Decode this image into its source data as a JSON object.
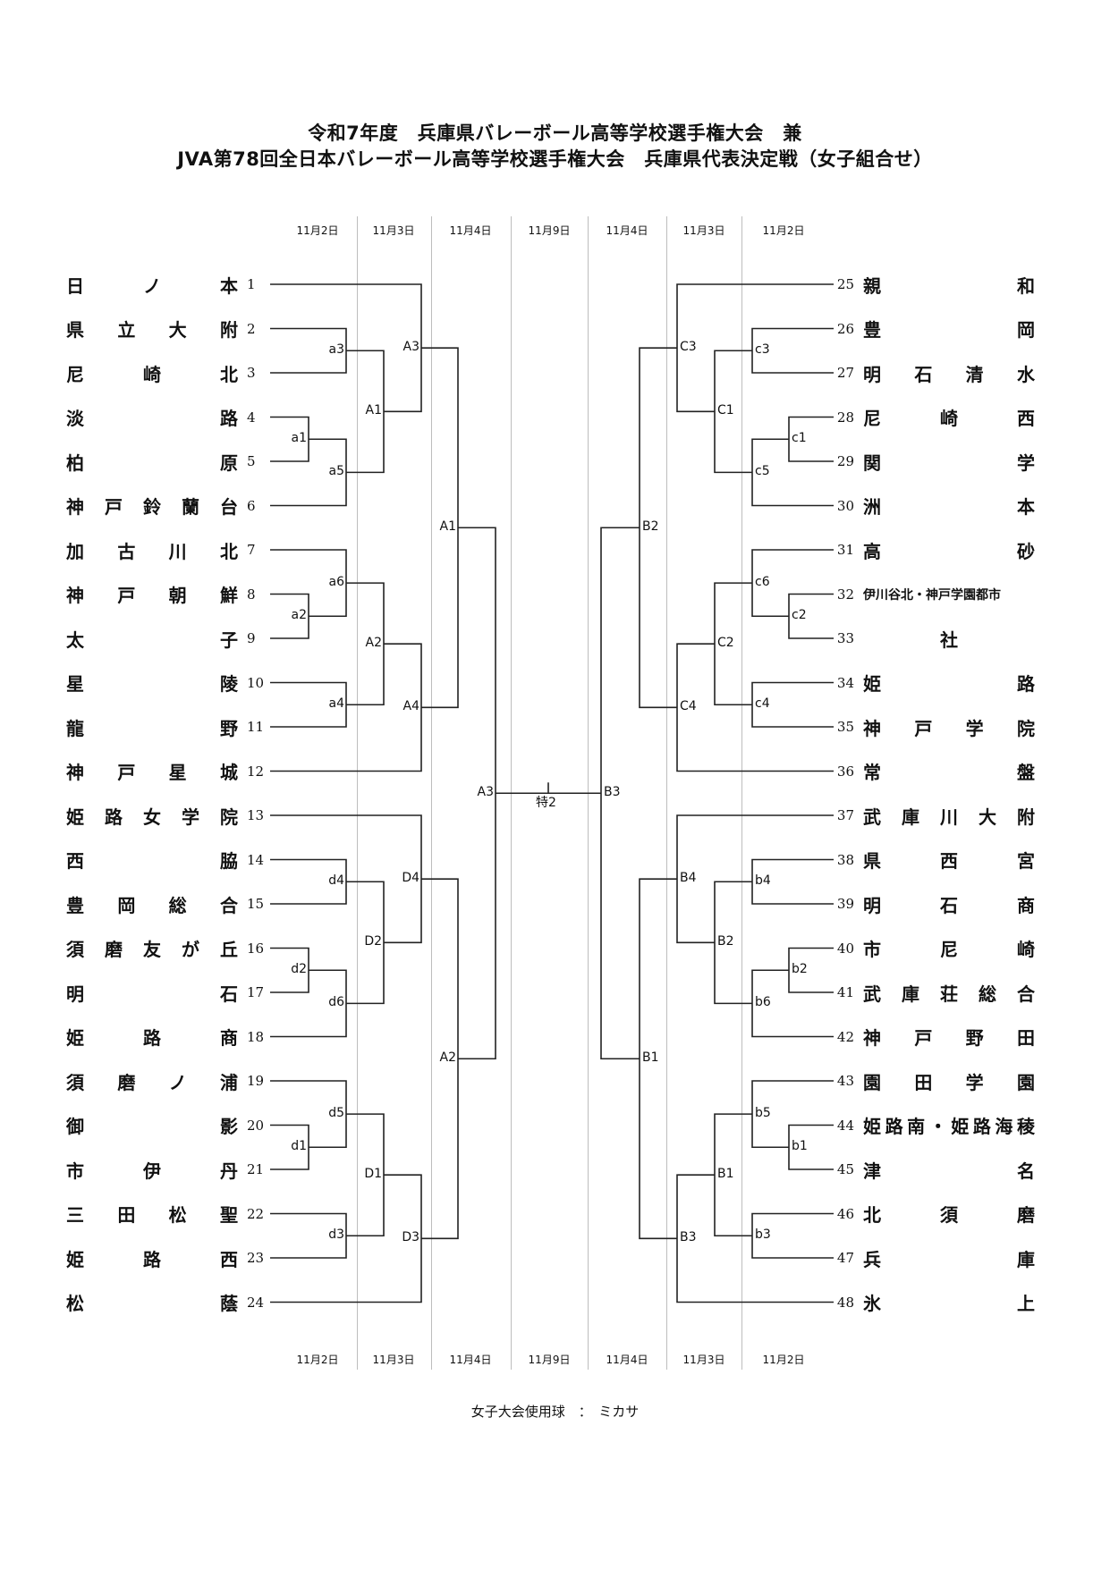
{
  "title": {
    "line1": "令和7年度　兵庫県バレーボール高等学校選手権大会　兼",
    "line2": "JVA第78回全日本バレーボール高等学校選手権大会　兵庫県代表決定戦（女子組合せ）"
  },
  "dates": [
    "11月2日",
    "11月3日",
    "11月4日",
    "11月9日",
    "11月4日",
    "11月3日",
    "11月2日"
  ],
  "left_teams": [
    {
      "no": "1",
      "chars": [
        "日",
        "ノ",
        "本"
      ]
    },
    {
      "no": "2",
      "chars": [
        "県",
        "立",
        "大",
        "附"
      ]
    },
    {
      "no": "3",
      "chars": [
        "尼",
        "崎",
        "北"
      ]
    },
    {
      "no": "4",
      "chars": [
        "淡",
        "路"
      ]
    },
    {
      "no": "5",
      "chars": [
        "柏",
        "原"
      ]
    },
    {
      "no": "6",
      "chars": [
        "神",
        "戸",
        "鈴",
        "蘭",
        "台"
      ]
    },
    {
      "no": "7",
      "chars": [
        "加",
        "古",
        "川",
        "北"
      ]
    },
    {
      "no": "8",
      "chars": [
        "神",
        "戸",
        "朝",
        "鮮"
      ]
    },
    {
      "no": "9",
      "chars": [
        "太",
        "子"
      ]
    },
    {
      "no": "10",
      "chars": [
        "星",
        "陵"
      ]
    },
    {
      "no": "11",
      "chars": [
        "龍",
        "野"
      ]
    },
    {
      "no": "12",
      "chars": [
        "神",
        "戸",
        "星",
        "城"
      ]
    },
    {
      "no": "13",
      "chars": [
        "姫",
        "路",
        "女",
        "学",
        "院"
      ]
    },
    {
      "no": "14",
      "chars": [
        "西",
        "脇"
      ]
    },
    {
      "no": "15",
      "chars": [
        "豊",
        "岡",
        "総",
        "合"
      ]
    },
    {
      "no": "16",
      "chars": [
        "須",
        "磨",
        "友",
        "が",
        "丘"
      ]
    },
    {
      "no": "17",
      "chars": [
        "明",
        "石"
      ]
    },
    {
      "no": "18",
      "chars": [
        "姫",
        "路",
        "商"
      ]
    },
    {
      "no": "19",
      "chars": [
        "須",
        "磨",
        "ノ",
        "浦"
      ]
    },
    {
      "no": "20",
      "chars": [
        "御",
        "影"
      ]
    },
    {
      "no": "21",
      "chars": [
        "市",
        "伊",
        "丹"
      ]
    },
    {
      "no": "22",
      "chars": [
        "三",
        "田",
        "松",
        "聖"
      ]
    },
    {
      "no": "23",
      "chars": [
        "姫",
        "路",
        "西"
      ]
    },
    {
      "no": "24",
      "chars": [
        "松",
        "蔭"
      ]
    }
  ],
  "right_teams": [
    {
      "no": "25",
      "chars": [
        "親",
        "和"
      ]
    },
    {
      "no": "26",
      "chars": [
        "豊",
        "岡"
      ]
    },
    {
      "no": "27",
      "chars": [
        "明",
        "石",
        "清",
        "水"
      ]
    },
    {
      "no": "28",
      "chars": [
        "尼",
        "崎",
        "西"
      ]
    },
    {
      "no": "29",
      "chars": [
        "関",
        "学"
      ]
    },
    {
      "no": "30",
      "chars": [
        "洲",
        "本"
      ]
    },
    {
      "no": "31",
      "chars": [
        "高",
        "砂"
      ]
    },
    {
      "no": "32",
      "chars": [
        "伊川谷北・神戸学園都市"
      ],
      "small": true
    },
    {
      "no": "33",
      "chars": [
        "社"
      ],
      "center": true
    },
    {
      "no": "34",
      "chars": [
        "姫",
        "路"
      ]
    },
    {
      "no": "35",
      "chars": [
        "神",
        "戸",
        "学",
        "院"
      ]
    },
    {
      "no": "36",
      "chars": [
        "常",
        "盤"
      ]
    },
    {
      "no": "37",
      "chars": [
        "武",
        "庫",
        "川",
        "大",
        "附"
      ]
    },
    {
      "no": "38",
      "chars": [
        "県",
        "西",
        "宮"
      ]
    },
    {
      "no": "39",
      "chars": [
        "明",
        "石",
        "商"
      ]
    },
    {
      "no": "40",
      "chars": [
        "市",
        "尼",
        "崎"
      ]
    },
    {
      "no": "41",
      "chars": [
        "武",
        "庫",
        "荘",
        "総",
        "合"
      ]
    },
    {
      "no": "42",
      "chars": [
        "神",
        "戸",
        "野",
        "田"
      ]
    },
    {
      "no": "43",
      "chars": [
        "園",
        "田",
        "学",
        "園"
      ]
    },
    {
      "no": "44",
      "chars": [
        "姫",
        "路",
        "南",
        "・",
        "姫",
        "路",
        "海",
        "稜"
      ]
    },
    {
      "no": "45",
      "chars": [
        "津",
        "名"
      ]
    },
    {
      "no": "46",
      "chars": [
        "北",
        "須",
        "磨"
      ]
    },
    {
      "no": "47",
      "chars": [
        "兵",
        "庫"
      ]
    },
    {
      "no": "48",
      "chars": [
        "氷",
        "上"
      ]
    }
  ],
  "match_labels": {
    "left": {
      "a1": "a1",
      "a2": "a2",
      "a3": "a3",
      "a4": "a4",
      "a5": "a5",
      "a6": "a6",
      "d1": "d1",
      "d2": "d2",
      "d3": "d3",
      "d4": "d4",
      "d5": "d5",
      "d6": "d6",
      "A1r2": "A1",
      "A2r2": "A2",
      "A3r3": "A3",
      "A4r3": "A4",
      "D1r2": "D1",
      "D2r2": "D2",
      "D3r3": "D3",
      "D4r3": "D4",
      "A1r4": "A1",
      "A2r4": "A2",
      "A3final": "A3"
    },
    "right": {
      "c1": "c1",
      "c2": "c2",
      "c3": "c3",
      "c4": "c4",
      "c5": "c5",
      "c6": "c6",
      "b1": "b1",
      "b2": "b2",
      "b3": "b3",
      "b4": "b4",
      "b5": "b5",
      "b6": "b6",
      "C1": "C1",
      "C2": "C2",
      "C3": "C3",
      "C4": "C4",
      "B1r2": "B1",
      "B2r2": "B2",
      "B3r3": "B3",
      "B4r3": "B4",
      "B2r4": "B2",
      "B1r4": "B1",
      "B3final": "B3"
    },
    "final": "特2"
  },
  "footer": "女子大会使用球　：　ミカサ"
}
